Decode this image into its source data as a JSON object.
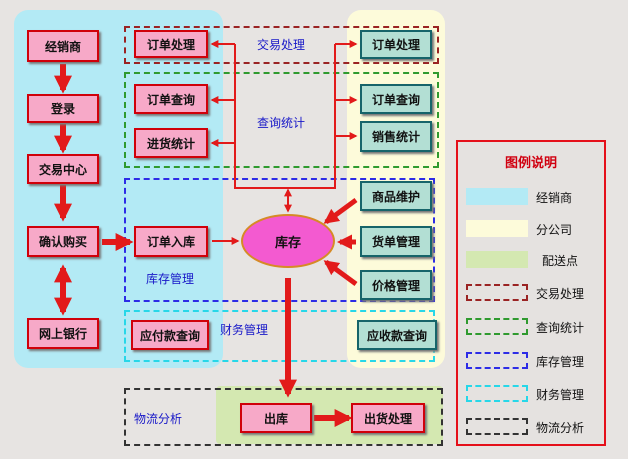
{
  "colors": {
    "dealer_region": "#b3eaf5",
    "branch_region": "#fdfbda",
    "distribution_region": "#d4e8b1",
    "transaction_border": "#9a2323",
    "query_border": "#2f9a2f",
    "inventory_border": "#2d2ce6",
    "finance_border": "#27d7e8",
    "logistics_border": "#333333",
    "arrow": "#e21a1a",
    "legend_border": "#e5101a"
  },
  "dealer_column": {
    "dealer": "经销商",
    "login": "登录",
    "trade_center": "交易中心",
    "confirm_purchase": "确认购买",
    "online_bank": "网上银行"
  },
  "left_modules": {
    "order_processing": "订单处理",
    "order_query": "订单查询",
    "purchase_stats": "进货统计",
    "order_stock_in": "订单入库",
    "payable_query": "应付款查询"
  },
  "right_modules": {
    "order_processing": "订单处理",
    "order_query": "订单查询",
    "sales_stats": "销售统计",
    "product_maintenance": "商品维护",
    "goods_management": "货单管理",
    "price_management": "价格管理",
    "receivable_query": "应收款查询"
  },
  "center": {
    "inventory": "库存"
  },
  "group_labels": {
    "transaction": "交易处理",
    "query_stats": "查询统计",
    "inventory_mgmt": "库存管理",
    "finance_mgmt": "财务管理",
    "logistics": "物流分析"
  },
  "logistics_flow": {
    "outbound": "出库",
    "shipping": "出货处理"
  },
  "legend": {
    "title": "图例说明",
    "items": [
      {
        "label": "经销商",
        "style": "fill-dealer"
      },
      {
        "label": "分公司",
        "style": "fill-branch"
      },
      {
        "label": "配送点",
        "style": "fill-distribution"
      },
      {
        "label": "交易处理",
        "style": "dash-transaction"
      },
      {
        "label": "查询统计",
        "style": "dash-query"
      },
      {
        "label": "库存管理",
        "style": "dash-inventory"
      },
      {
        "label": "财务管理",
        "style": "dash-finance"
      },
      {
        "label": "物流分析",
        "style": "dash-logistics"
      }
    ]
  }
}
